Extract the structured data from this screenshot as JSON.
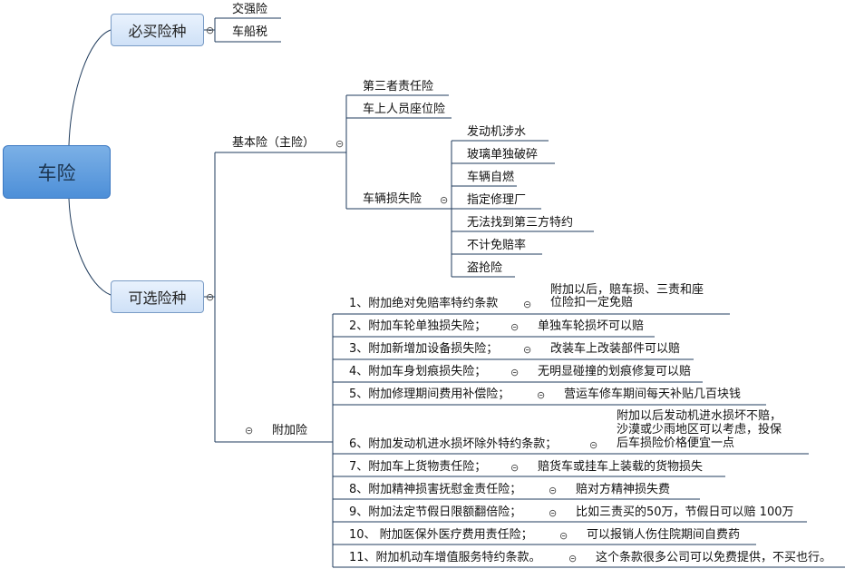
{
  "root": {
    "label": "车险"
  },
  "mandatory": {
    "label": "必买险种",
    "items": [
      "交强险",
      "车船税"
    ]
  },
  "optional": {
    "label": "可选险种",
    "basic": {
      "label": "基本险（主险）",
      "items": [
        "第三者责任险",
        "车上人员座位险"
      ],
      "vehicle_damage": {
        "label": "车辆损失险",
        "items": [
          "发动机涉水",
          "玻璃单独破碎",
          "车辆自燃",
          "指定修理厂",
          "无法找到第三方特约",
          "不计免赔率",
          "盗抢险"
        ]
      }
    },
    "additional": {
      "label": "附加险",
      "items": [
        {
          "name": "1、附加绝对免赔率特约条款",
          "note": [
            "附加以后，赔车损、三责和座",
            "位险扣一定免赔"
          ]
        },
        {
          "name": "2、附加车轮单独损失险；",
          "note": [
            "单独车轮损坏可以赔"
          ]
        },
        {
          "name": "3、附加新增加设备损失险；",
          "note": [
            "改装车上改装部件可以赔"
          ]
        },
        {
          "name": "4、附加车身划痕损失险；",
          "note": [
            "无明显碰撞的划痕修复可以赔"
          ]
        },
        {
          "name": "5、附加修理期间费用补偿险；",
          "note": [
            "营运车修车期间每天补贴几百块钱"
          ]
        },
        {
          "name": "6、附加发动机进水损坏除外特约条款；",
          "note": [
            "附加以后发动机进水损坏不赔，",
            "沙漠或少雨地区可以考虑，投保",
            "后车损险价格便宜一点"
          ]
        },
        {
          "name": "7、附加车上货物责任险；",
          "note": [
            "赔货车或挂车上装载的货物损失"
          ]
        },
        {
          "name": "8、附加精神损害抚慰金责任险；",
          "note": [
            "赔对方精神损失费"
          ]
        },
        {
          "name": "9、附加法定节假日限额翻倍险；",
          "note": [
            "比如三责买的50万，节假日可以赔 100万"
          ]
        },
        {
          "name": "10、 附加医保外医疗费用责任险；",
          "note": [
            "可以报销人伤住院期间自费药"
          ]
        },
        {
          "name": "11、附加机动车增值服务特约条款。",
          "note": [
            "这个条款很多公司可以免费提供，不买也行。"
          ]
        }
      ]
    }
  },
  "toggle_glyph": "⊝",
  "colors": {
    "line": "#1f3b5c",
    "root_fill": "#5b9be0",
    "node_fill": "#dbe8f8",
    "node_border": "#7a9cc6"
  }
}
